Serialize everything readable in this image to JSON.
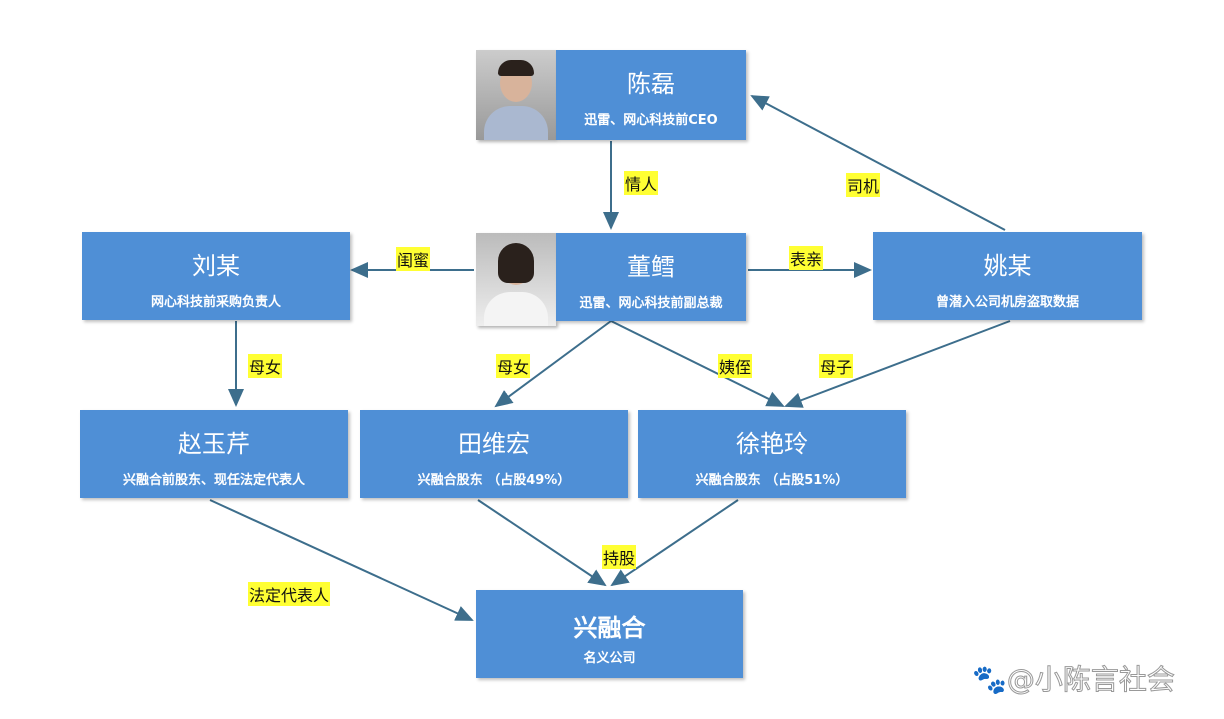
{
  "nodes": {
    "chenlei": {
      "name": "陈磊",
      "desc": "迅雷、网心科技前CEO"
    },
    "dongxue": {
      "name": "董鳕",
      "desc": "迅雷、网心科技前副总裁"
    },
    "liu": {
      "name": "刘某",
      "desc": "网心科技前采购负责人"
    },
    "yao": {
      "name": "姚某",
      "desc": "曾潜入公司机房盗取数据"
    },
    "zhao": {
      "name": "赵玉芹",
      "desc": "兴融合前股东、现任法定代表人"
    },
    "tian": {
      "name": "田维宏",
      "desc": "兴融合股东 （占股49%）"
    },
    "xu": {
      "name": "徐艳玲",
      "desc": "兴融合股东 （占股51%）"
    },
    "xrh": {
      "name": "兴融合",
      "desc": "名义公司"
    }
  },
  "edges": {
    "lover": "情人",
    "driver": "司机",
    "bestie": "闺蜜",
    "cousin": "表亲",
    "md1": "母女",
    "md2": "母女",
    "aunt": "姨侄",
    "ms": "母子",
    "hold": "持股",
    "legal": "法定代表人"
  },
  "watermark": "@小陈言社会",
  "colors": {
    "box": "#4f8fd6",
    "label": "#ffff33",
    "line": "#3d6e8c"
  }
}
